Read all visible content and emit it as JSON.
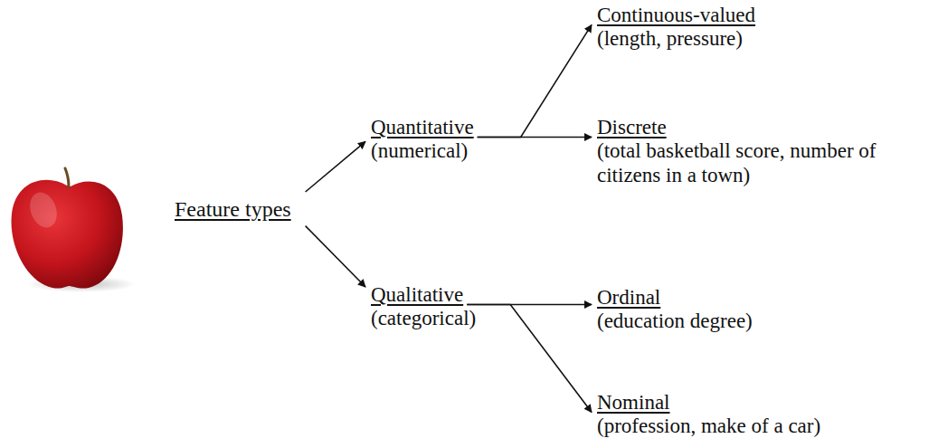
{
  "diagram": {
    "nodes": [
      {
        "text": [
          "Feature types"
        ]
      },
      {
        "text": [
          "Quantitative",
          "(numerical)"
        ]
      },
      {
        "text": [
          "Continuous-valued",
          "(length, pressure)"
        ]
      },
      {
        "text": [
          "Discrete",
          "(total basketball score, number of citizens in a town)"
        ]
      },
      {
        "text": [
          "Qualitative",
          "(categorical)"
        ]
      },
      {
        "text": [
          "Ordinal",
          "(education degree)"
        ]
      },
      {
        "text": [
          "Nominal",
          "(profession, make of a car)"
        ]
      }
    ],
    "edges": [
      {
        "from": 0,
        "to": 1,
        "arrow": "to"
      },
      {
        "from": 1,
        "to": 2,
        "arrow": "to"
      },
      {
        "from": 1,
        "to": 3,
        "arrow": "to"
      },
      {
        "from": 0,
        "to": 4,
        "arrow": "to"
      },
      {
        "from": 4,
        "to": 5,
        "arrow": "to"
      },
      {
        "from": 4,
        "to": 6,
        "arrow": "to"
      }
    ]
  }
}
